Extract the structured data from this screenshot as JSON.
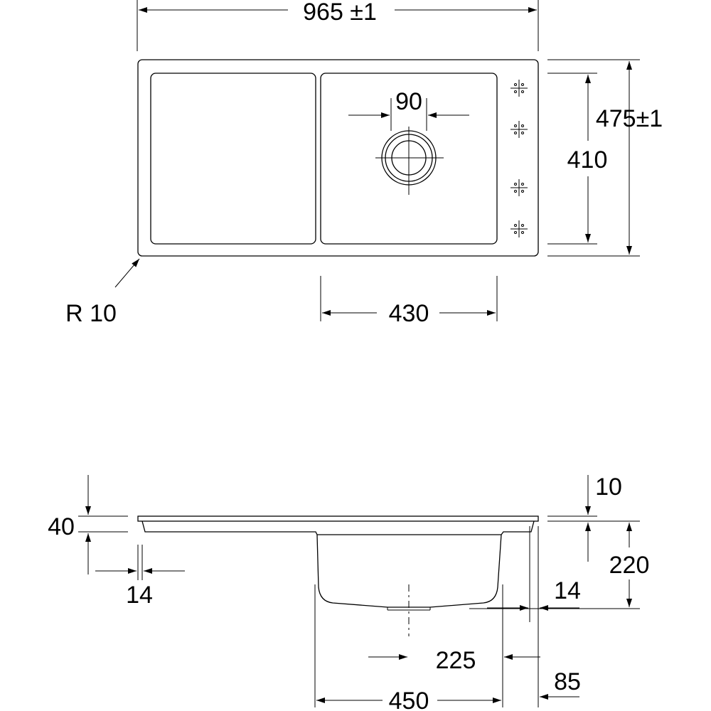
{
  "plan_view": {
    "overall_width_label": "965 ±1",
    "overall_depth_label": "475±1",
    "bowl_depth_label": "410",
    "bowl_width_label": "430",
    "drain_diameter_label": "90",
    "corner_radius_label": "R 10"
  },
  "side_view": {
    "rim_height_label": "40",
    "left_edge_label": "14",
    "top_thickness_label": "10",
    "bowl_height_label": "220",
    "right_edge_label": "14",
    "drain_offset_label": "225",
    "bowl_width_label": "450",
    "right_offset_label": "85"
  }
}
